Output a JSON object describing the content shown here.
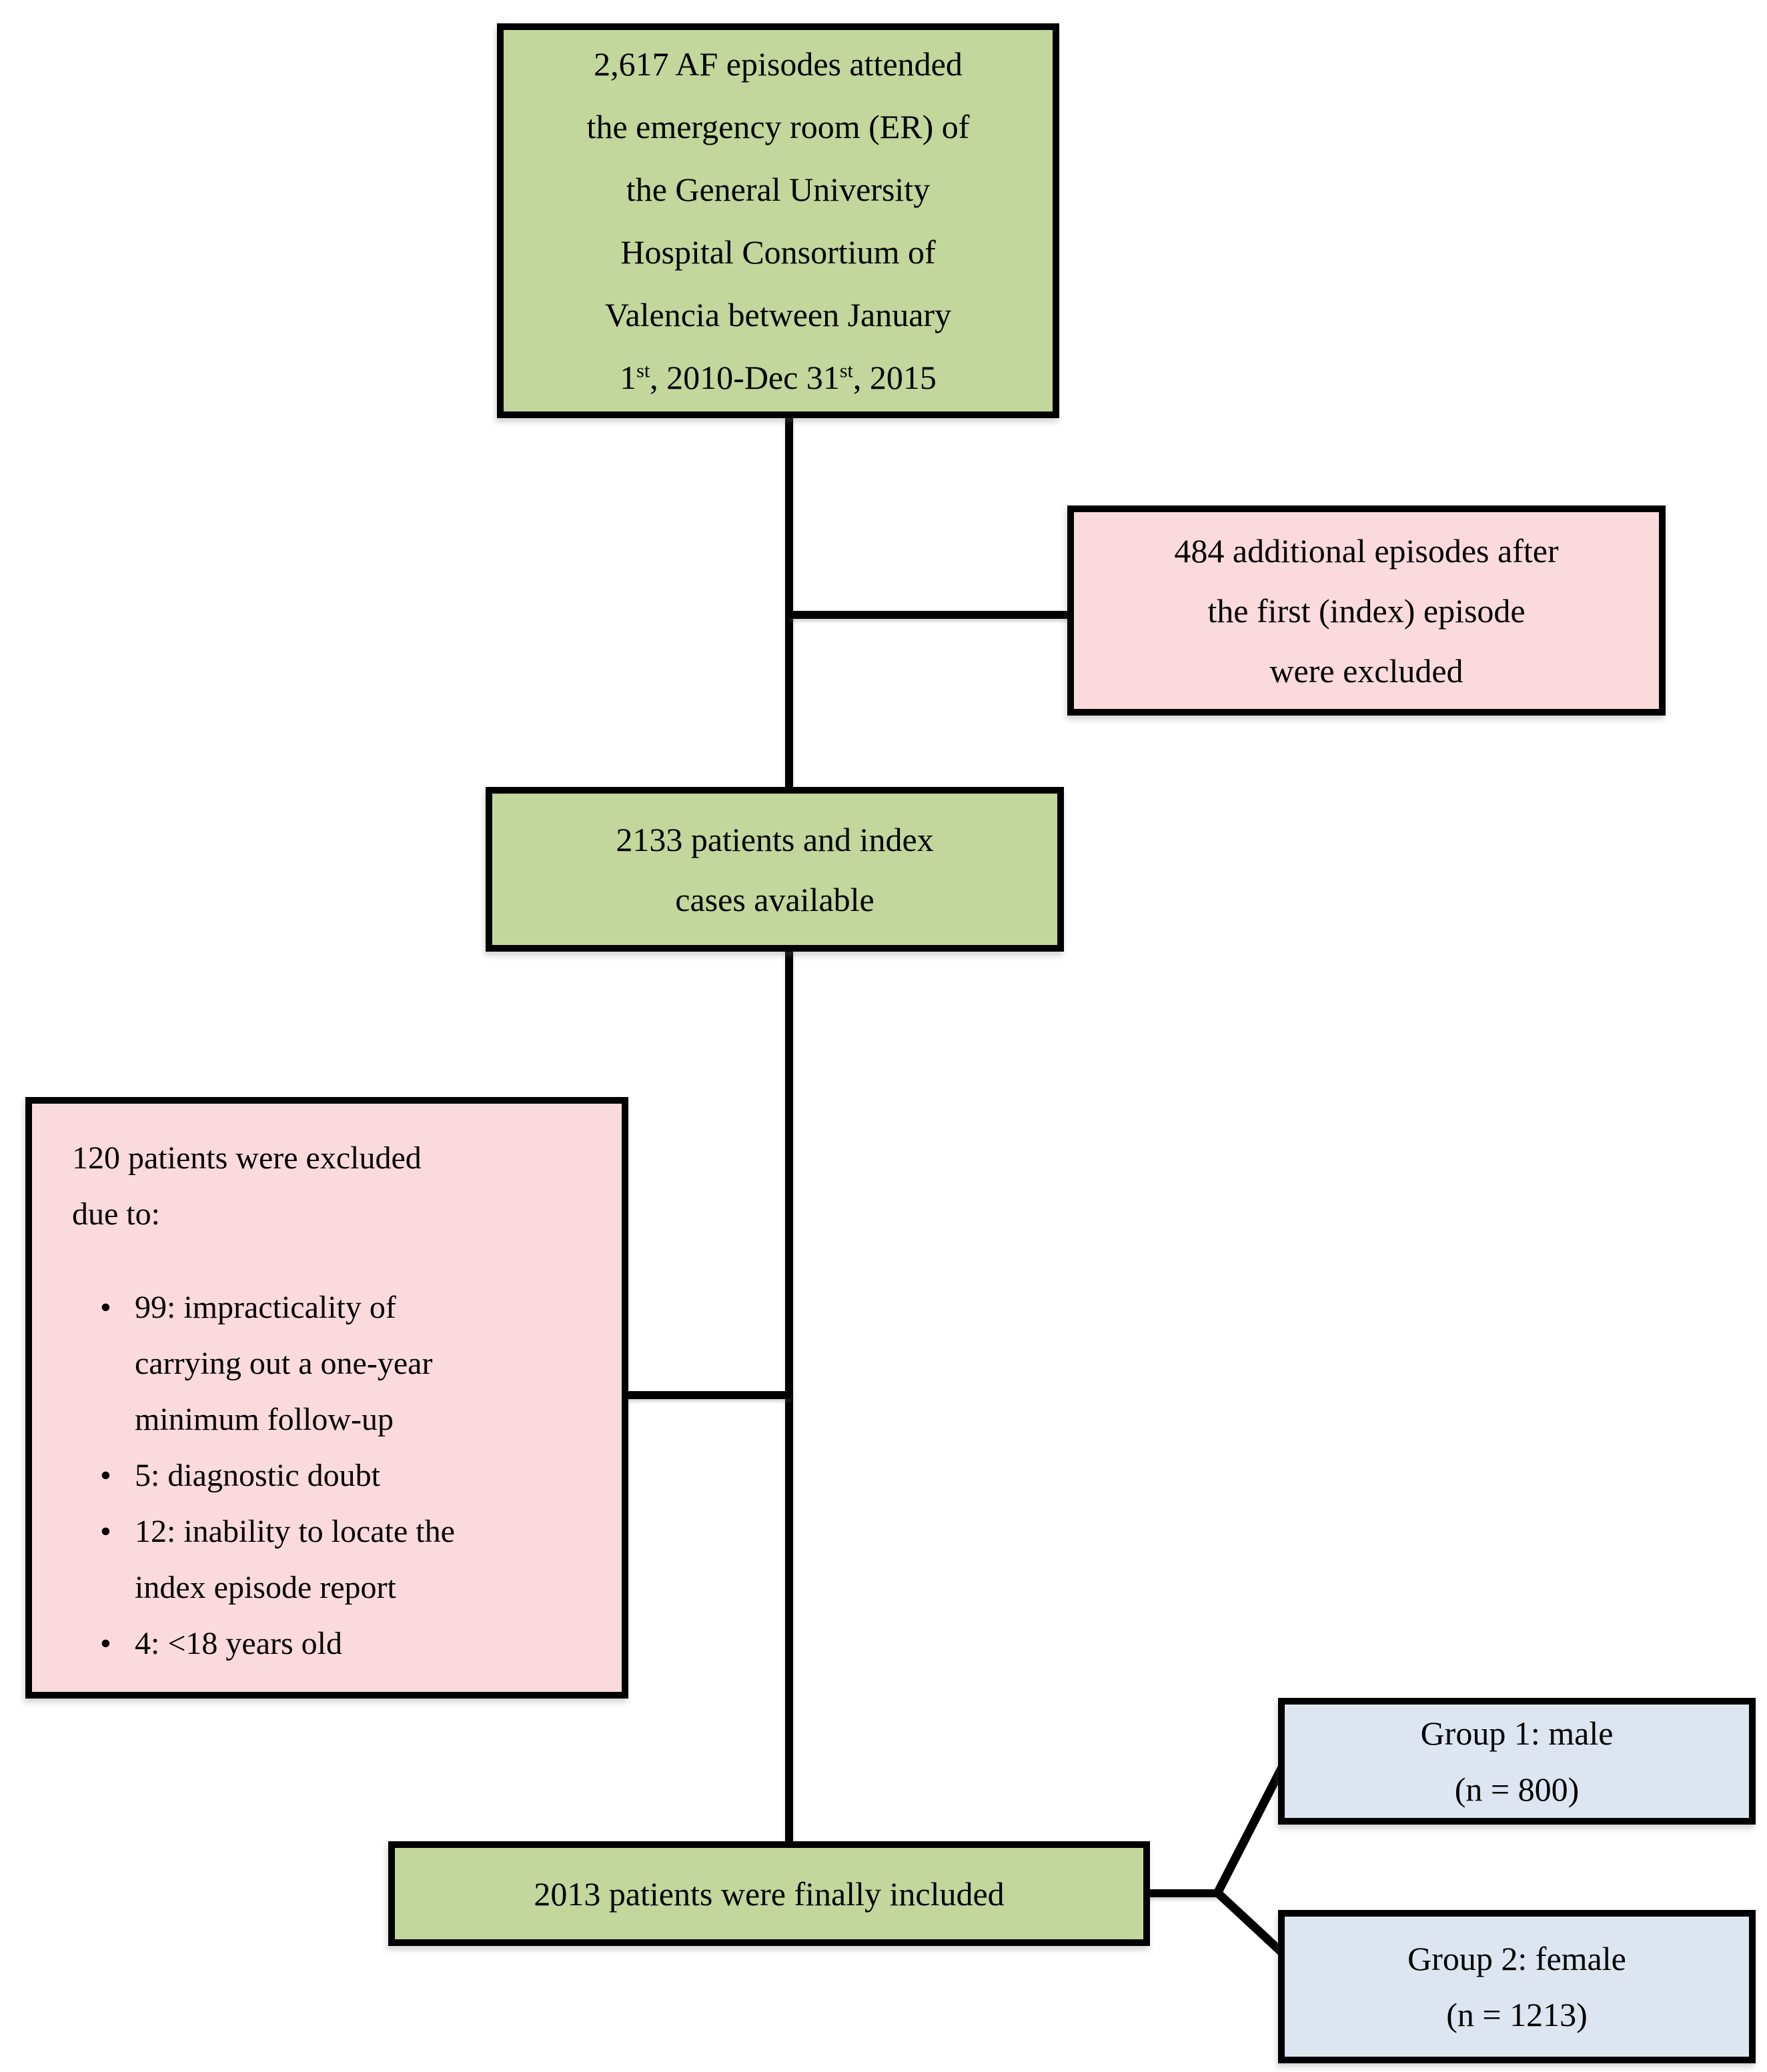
{
  "figure": {
    "type": "patient-flow-diagram",
    "colors": {
      "box-green": "#c3d69b",
      "box-pink": "#fbdade",
      "box-blue": "#dde5f0",
      "line": "#000000",
      "text": "#000000"
    },
    "boxes": {
      "initial": {
        "lines": [
          "2,617 AF episodes attended",
          "the emergency room (ER) of",
          "the General University",
          "Hospital Consortium of",
          "Valencia between January"
        ],
        "date_parts": [
          "1",
          "st",
          ", 2010-Dec 31",
          "st",
          ", 2015"
        ]
      },
      "excluded_episodes": {
        "lines": [
          "484 additional episodes after",
          "the first (index) episode",
          "were excluded"
        ]
      },
      "index_cases": {
        "lines": [
          "2133 patients and index",
          "cases available"
        ]
      },
      "excluded_patients": {
        "heading_lines": [
          "120 patients were excluded",
          "due to:"
        ],
        "bullet_glyph": "•",
        "items": [
          {
            "lines": [
              "99: impracticality of",
              "carrying out a one-year",
              "minimum follow-up"
            ]
          },
          {
            "lines": [
              "5: diagnostic doubt"
            ]
          },
          {
            "lines": [
              "12: inability to locate the",
              "index episode report"
            ]
          },
          {
            "lines": [
              "4: <18 years old"
            ]
          }
        ]
      },
      "final_included": {
        "text": "2013 patients were finally included"
      },
      "group_male": {
        "lines": [
          "Group 1: male",
          "(n = 800)"
        ]
      },
      "group_female": {
        "lines": [
          "Group 2: female",
          "(n = 1213)"
        ]
      }
    }
  }
}
